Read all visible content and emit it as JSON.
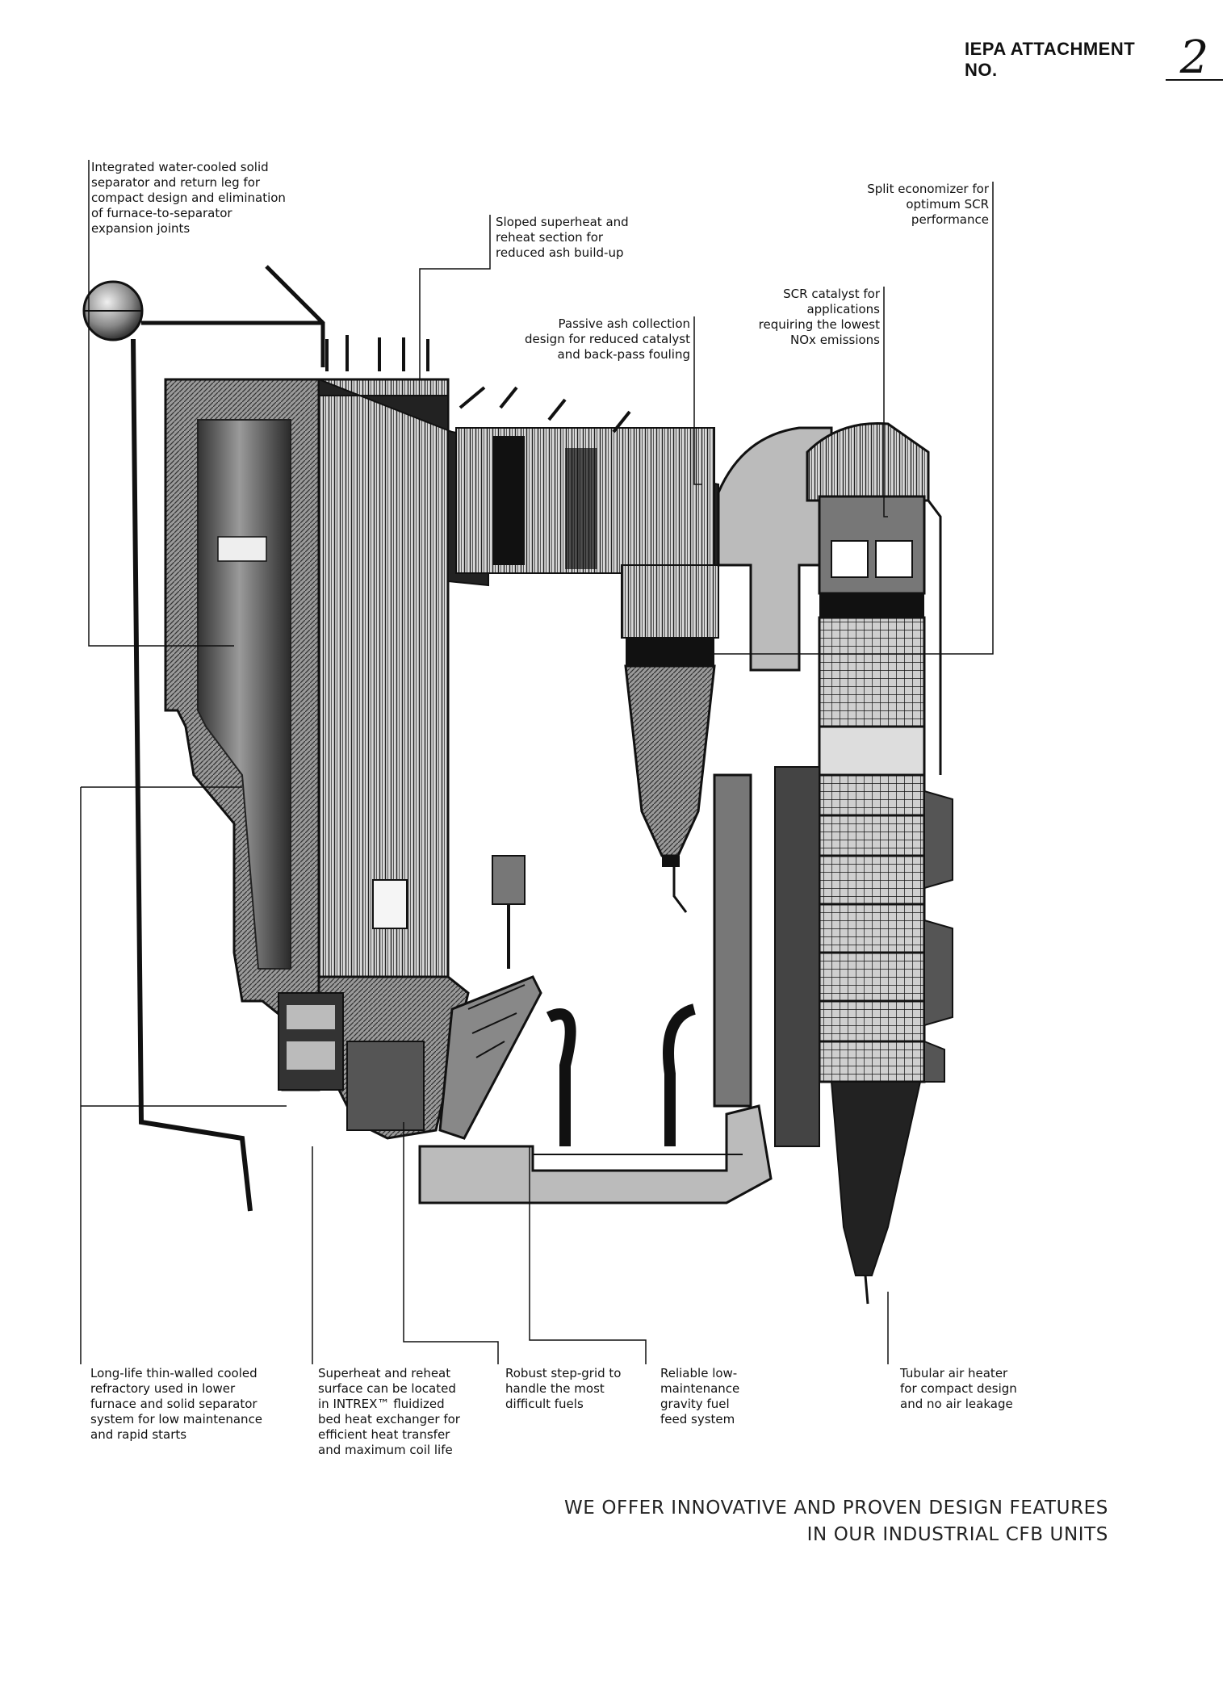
{
  "header": {
    "label": "IEPA ATTACHMENT NO.",
    "number": "2"
  },
  "callouts": [
    {
      "id": "separator",
      "text": "Integrated water-cooled solid\nseparator and return leg for\ncompact design and elimination\nof furnace-to-separator\nexpansion joints"
    },
    {
      "id": "superheat",
      "text": "Sloped superheat and\nreheat section for\nreduced ash build-up"
    },
    {
      "id": "economizer",
      "text": "Split economizer for\noptimum SCR\nperformance"
    },
    {
      "id": "scr",
      "text": "SCR catalyst for\napplications\nrequiring the lowest\nNOx emissions"
    },
    {
      "id": "ash",
      "text": "Passive ash collection\ndesign for reduced catalyst\nand back-pass fouling"
    },
    {
      "id": "refractory",
      "text": "Long-life thin-walled cooled\nrefractory used in lower\nfurnace and solid separator\nsystem for low maintenance\nand rapid starts"
    },
    {
      "id": "intrex",
      "text": "Superheat and reheat\nsurface can be located\nin INTREX™ fluidized\nbed heat exchanger for\nefficient heat transfer\nand maximum coil life"
    },
    {
      "id": "grid",
      "text": "Robust step-grid to\nhandle the most\ndifficult fuels"
    },
    {
      "id": "fuel",
      "text": "Reliable low-\nmaintenance\ngravity fuel\nfeed system"
    },
    {
      "id": "airheater",
      "text": "Tubular air heater\nfor compact design\nand no air leakage"
    }
  ],
  "tagline": "WE OFFER INNOVATIVE AND PROVEN DESIGN FEATURES\nIN OUR INDUSTRIAL CFB UNITS"
}
